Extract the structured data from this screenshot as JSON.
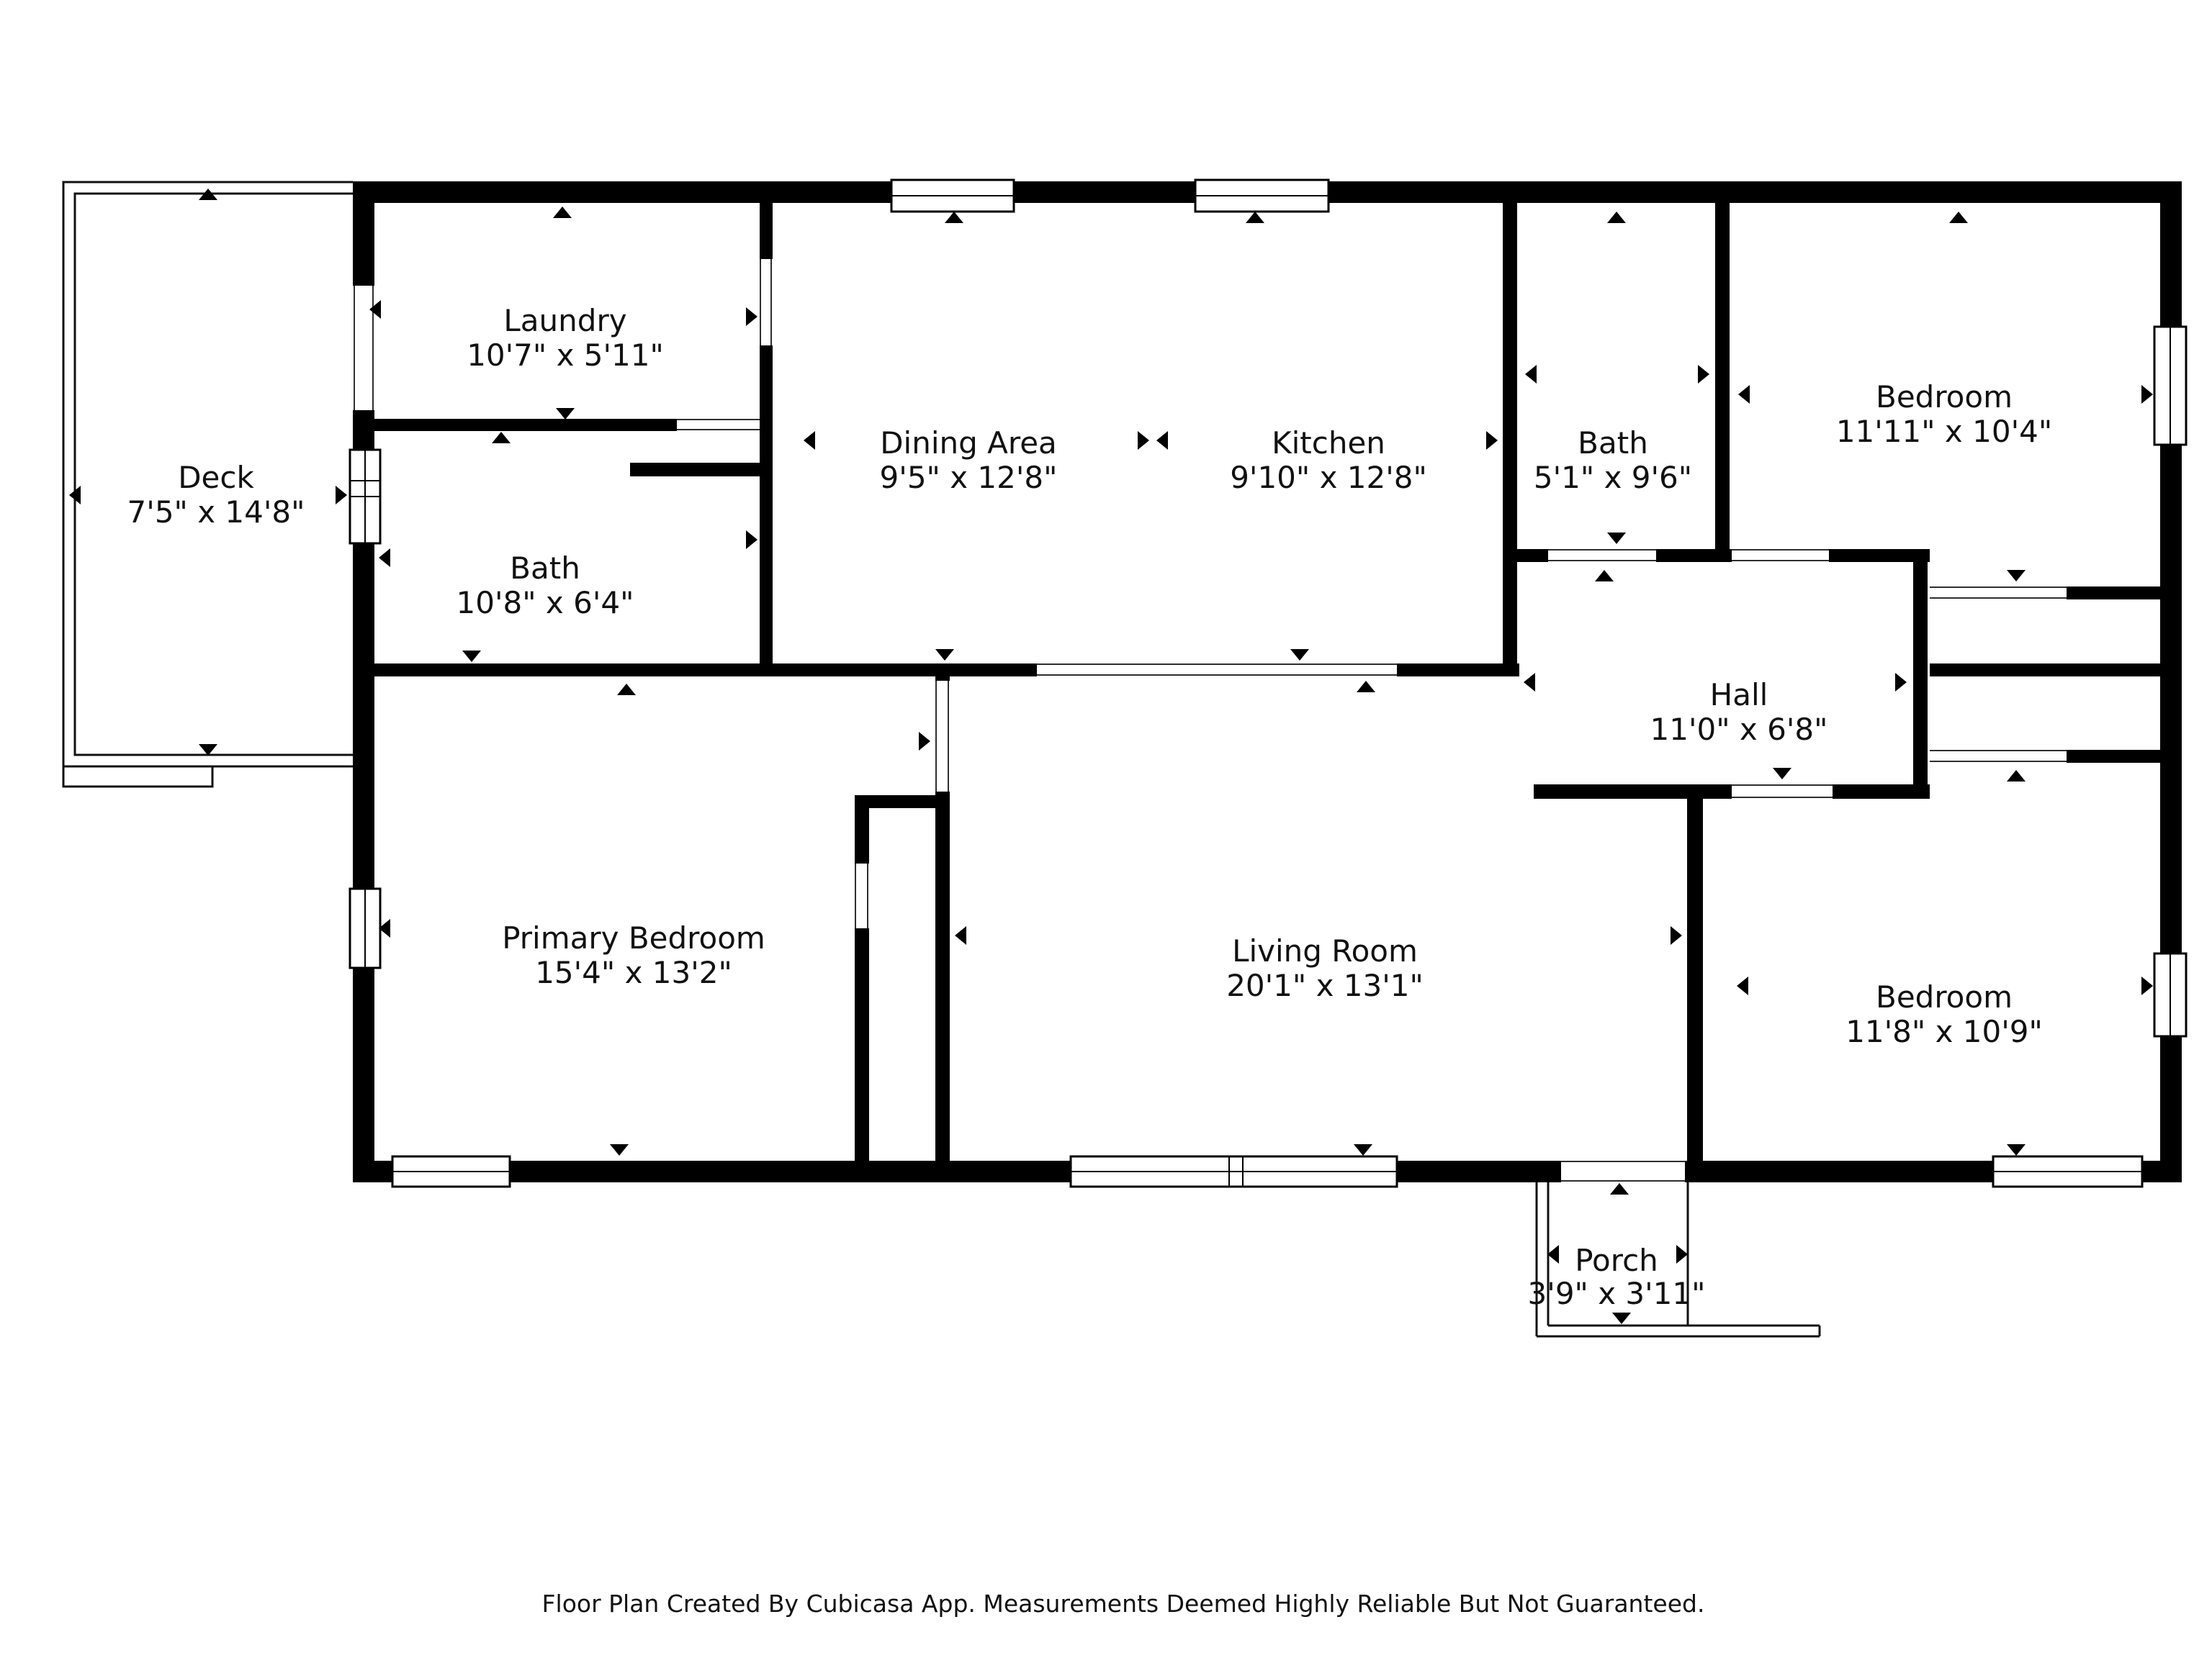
{
  "page": {
    "background": "#ffffff",
    "footer": "Floor Plan Created By Cubicasa App. Measurements Deemed Highly Reliable But Not Guaranteed."
  },
  "floor_plan": {
    "colors": {
      "wall": "#000000",
      "background": "#ffffff",
      "thin_line": "#2e2e2e",
      "label": "#111111"
    },
    "rooms": [
      {
        "name": "Deck",
        "dims": "7'5\" x 14'8\""
      },
      {
        "name": "Laundry",
        "dims": "10'7\" x 5'11\""
      },
      {
        "name": "Bath",
        "dims": "10'8\" x 6'4\""
      },
      {
        "name": "Dining Area",
        "dims": "9'5\" x 12'8\""
      },
      {
        "name": "Kitchen",
        "dims": "9'10\" x 12'8\""
      },
      {
        "name": "Bath",
        "dims": "5'1\" x 9'6\""
      },
      {
        "name": "Bedroom",
        "dims": "11'11\" x 10'4\""
      },
      {
        "name": "Hall",
        "dims": "11'0\" x 6'8\""
      },
      {
        "name": "Primary Bedroom",
        "dims": "15'4\" x 13'2\""
      },
      {
        "name": "Living Room",
        "dims": "20'1\" x 13'1\""
      },
      {
        "name": "Bedroom",
        "dims": "11'8\" x 10'9\""
      },
      {
        "name": "Porch",
        "dims": "3'9\" x 3'11\""
      }
    ]
  }
}
